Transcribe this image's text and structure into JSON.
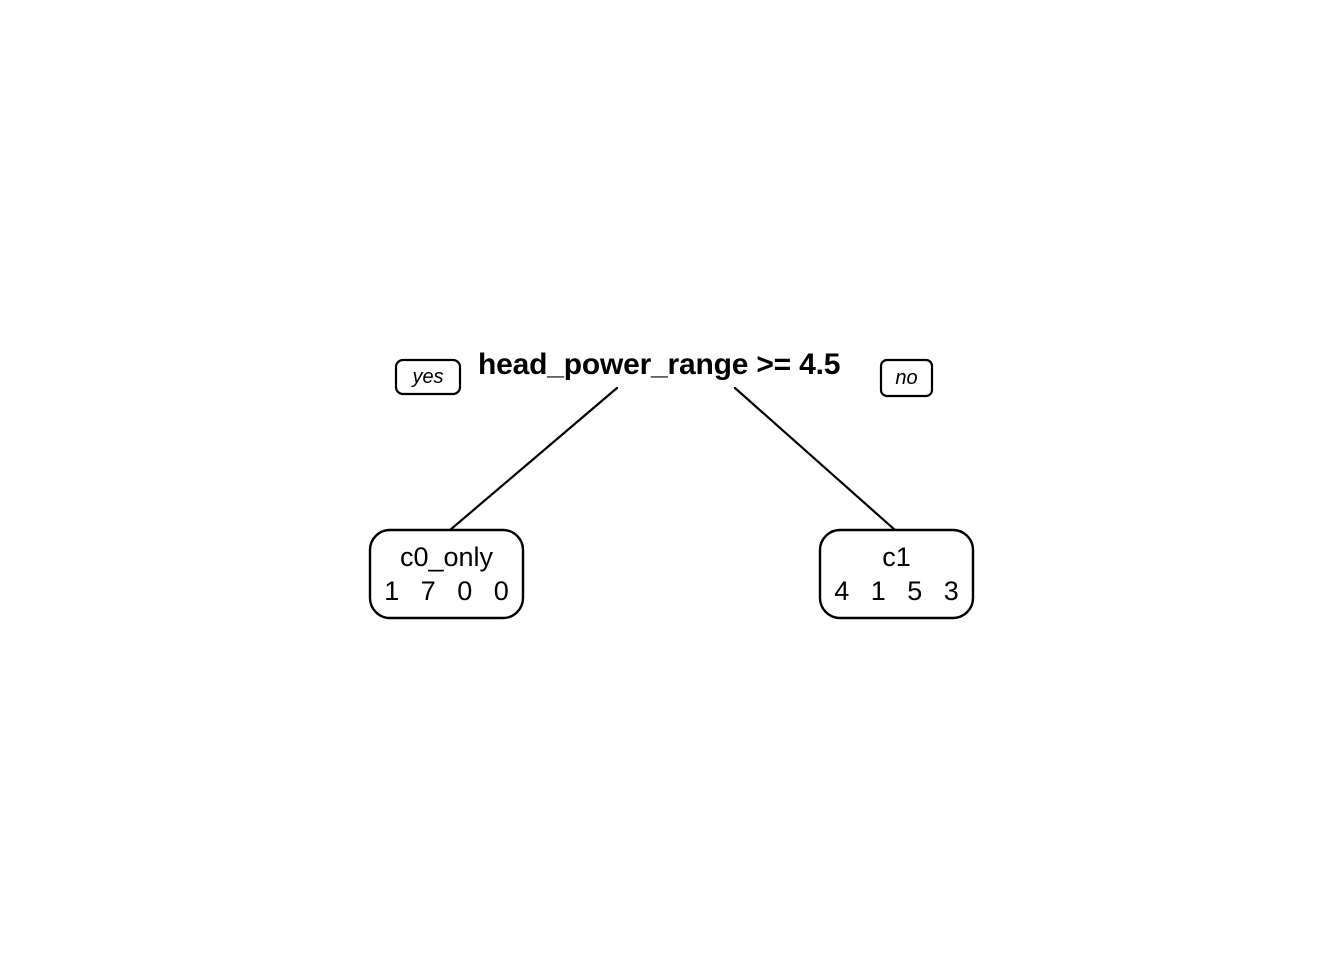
{
  "diagram": {
    "type": "decision-tree",
    "background_color": "#ffffff",
    "line_color": "#000000",
    "text_color": "#000000",
    "root": {
      "split_label": "head_power_range >= 4.5",
      "feature": "head_power_range",
      "operator": ">=",
      "threshold": "4.5",
      "yes_badge": "yes",
      "no_badge": "no"
    },
    "leaves": [
      {
        "branch": "yes",
        "class_label": "c0_only",
        "counts": "1  7  0  0"
      },
      {
        "branch": "no",
        "class_label": "c1",
        "counts": "4  1  5  3"
      }
    ]
  }
}
